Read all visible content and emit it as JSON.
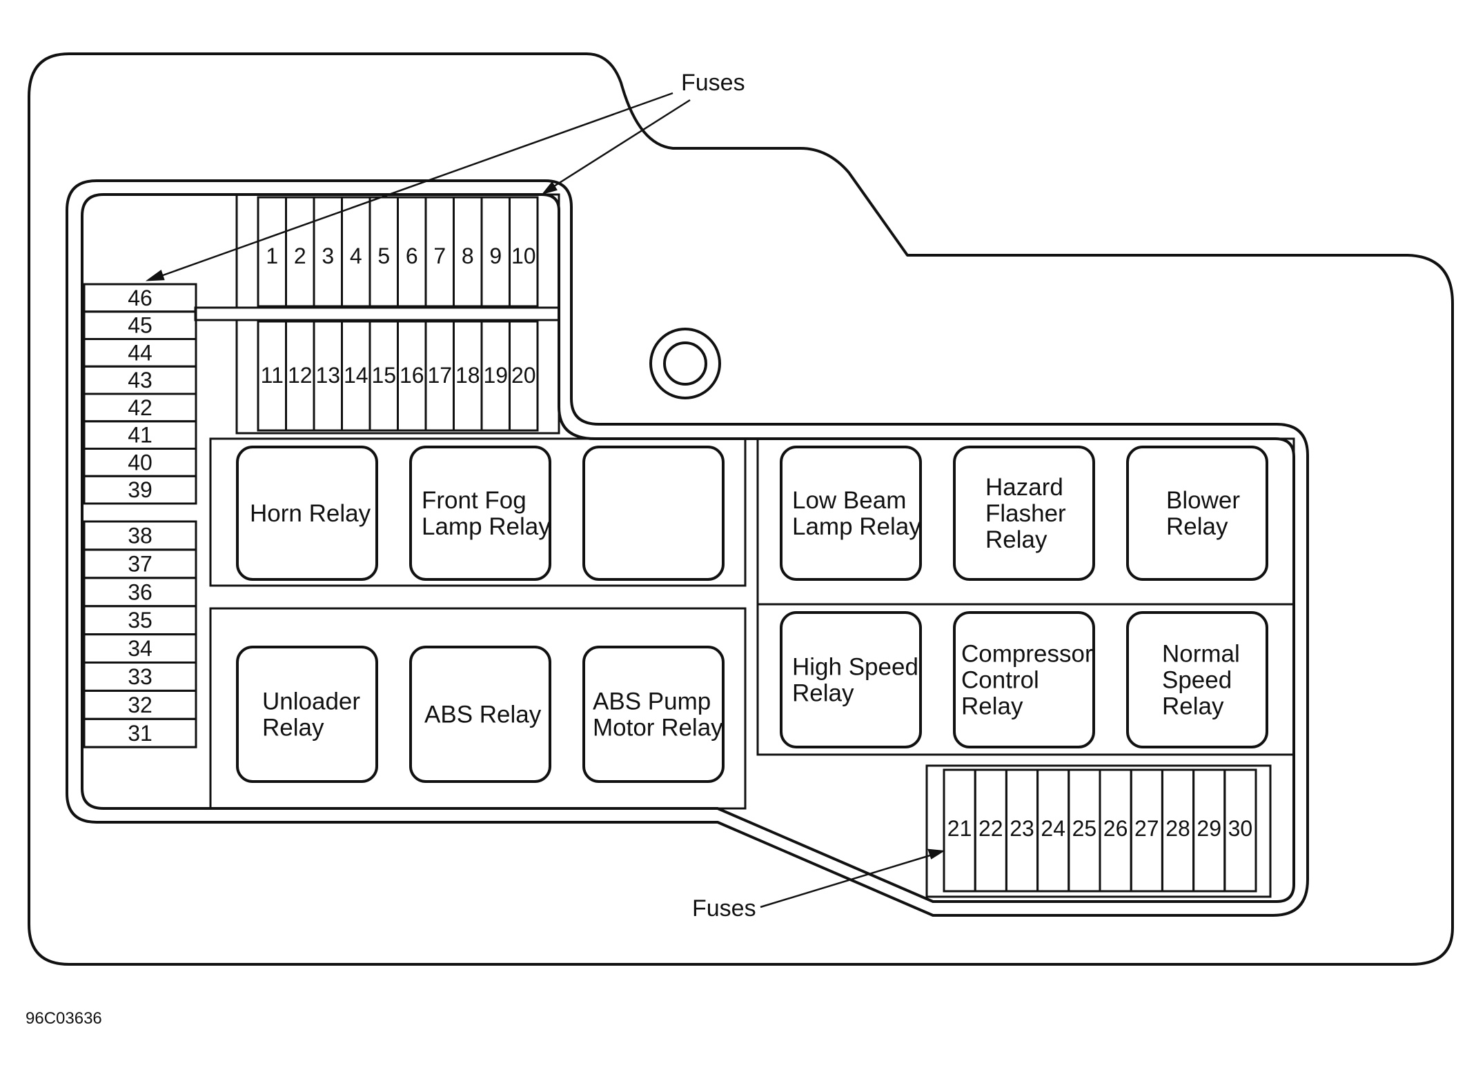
{
  "labels": {
    "fuses_top": "Fuses",
    "fuses_bottom": "Fuses",
    "figure_code": "96C03636"
  },
  "fuses": {
    "top_row": [
      "1",
      "2",
      "3",
      "4",
      "5",
      "6",
      "7",
      "8",
      "9",
      "10"
    ],
    "middle_row": [
      "11",
      "12",
      "13",
      "14",
      "15",
      "16",
      "17",
      "18",
      "19",
      "20"
    ],
    "bottom_row": [
      "21",
      "22",
      "23",
      "24",
      "25",
      "26",
      "27",
      "28",
      "29",
      "30"
    ],
    "left_upper": [
      "46",
      "45",
      "44",
      "43",
      "42",
      "41",
      "40",
      "39"
    ],
    "left_lower": [
      "38",
      "37",
      "36",
      "35",
      "34",
      "33",
      "32",
      "31"
    ]
  },
  "relays": {
    "horn": [
      "Horn Relay"
    ],
    "front_fog": [
      "Front Fog",
      "Lamp Relay"
    ],
    "empty": [],
    "unloader": [
      "Unloader",
      "Relay"
    ],
    "abs": [
      "ABS Relay"
    ],
    "abs_pump": [
      "ABS Pump",
      "Motor Relay"
    ],
    "low_beam": [
      "Low Beam",
      "Lamp Relay"
    ],
    "hazard": [
      "Hazard",
      "Flasher",
      "Relay"
    ],
    "blower": [
      "Blower",
      "Relay"
    ],
    "high_speed": [
      "High Speed",
      "Relay"
    ],
    "compressor": [
      "Compressor",
      "Control",
      "Relay"
    ],
    "normal_speed": [
      "Normal",
      "Speed",
      "Relay"
    ]
  },
  "colors": {
    "ink": "#111111",
    "paper": "#ffffff"
  }
}
